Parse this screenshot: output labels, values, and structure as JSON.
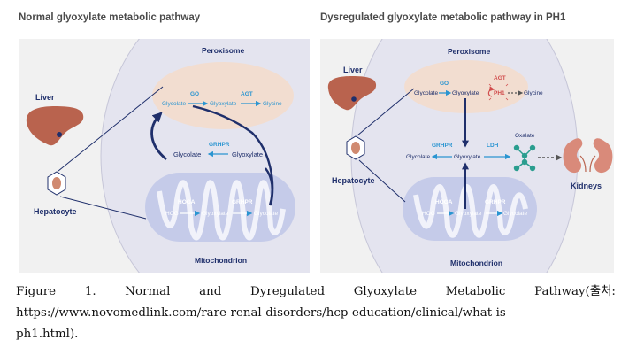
{
  "panels": {
    "normal": {
      "title": "Normal glyoxylate metabolic pathway",
      "labels": {
        "liver": "Liver",
        "hepatocyte": "Hepatocyte",
        "peroxisome": "Peroxisome",
        "mitochondrion": "Mitochondrion",
        "go": "GO",
        "agt": "AGT",
        "glycolate_p": "Glycolate",
        "glyoxylate_p": "Glyoxylate",
        "glycine": "Glycine",
        "grhpr_c": "GRHPR",
        "glycolate_c": "Glycolate",
        "glyoxylate_c": "Glyoxylate",
        "hoga": "HOGA",
        "grhpr_m": "GRHPR",
        "hog": "HOG",
        "glyoxylate_m": "Glyoxylate",
        "glycolate_m": "Glycolate"
      }
    },
    "ph1": {
      "title": "Dysregulated glyoxylate metabolic pathway in PH1",
      "labels": {
        "liver": "Liver",
        "hepatocyte": "Hepatocyte",
        "peroxisome": "Peroxisome",
        "mitochondrion": "Mitochondrion",
        "kidneys": "Kidneys",
        "go": "GO",
        "agt": "AGT",
        "ph1": "PH1",
        "glycolate_p": "Glycolate",
        "glyoxylate_p": "Glyoxylate",
        "glycine": "Glycine",
        "grhpr_c": "GRHPR",
        "ldh": "LDH",
        "glycolate_c": "Glycolate",
        "glyoxylate_c": "Glyoxylate",
        "oxalate": "Oxalate",
        "hoga": "HOGA",
        "grhpr_m": "GRHPR",
        "hog": "HOG",
        "glyoxylate_m": "Glyoxylate",
        "glycolate_m": "Glycolate"
      }
    }
  },
  "caption": {
    "line1_words": [
      "Figure",
      "1.",
      "Normal",
      "and",
      "Dyregulated",
      "Glyoxylate",
      "Metabolic",
      "Pathway(출처:"
    ],
    "line2": "https://www.novomedlink.com/rare-renal-disorders/hcp-education/clinical/what-is-",
    "line3": "ph1.html)."
  },
  "colors": {
    "panel_bg": "#f1f1f1",
    "cell_bg": "#e4e4ef",
    "peroxisome": "#f2ddd0",
    "mitochondrion": "#c5cbe9",
    "arrow_blue": "#2a95d1",
    "dark_navy": "#1f2f6b",
    "liver": "#b9634e",
    "agt_red": "#d14d4d",
    "oxalate": "#2a9d8f",
    "kidney": "#d98a7a"
  }
}
